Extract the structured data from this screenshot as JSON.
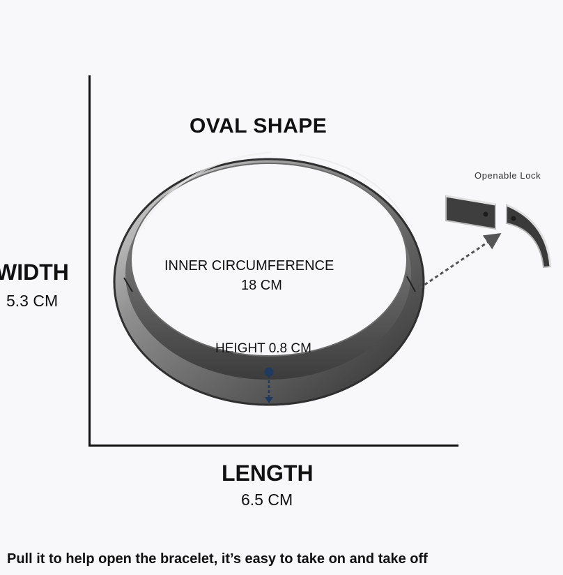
{
  "diagram": {
    "title": "OVAL SHAPE",
    "width": {
      "label": "WIDTH",
      "value": "5.3 CM"
    },
    "length": {
      "label": "LENGTH",
      "value": "6.5 CM"
    },
    "inner_circumference": {
      "label": "INNER CIRCUMFERENCE",
      "value": "18 CM"
    },
    "height": {
      "label": "HEIGHT 0.8 CM"
    },
    "lock": {
      "label": "Openable Lock"
    },
    "caption": "Pull it to help open the bracelet, it’s easy to take on and take off"
  },
  "colors": {
    "background": "#f8f8fa",
    "axis": "#111111",
    "metal_light": "#c9c9c9",
    "metal_dark": "#3e3e3e",
    "marker": "#1f3a5f",
    "dashed_arrow": "#555555"
  },
  "icons": {
    "bracelet": "bracelet-illustration",
    "lock": "lock-detail-illustration",
    "height_marker": "height-marker-icon",
    "arrow": "dashed-arrow-icon"
  }
}
